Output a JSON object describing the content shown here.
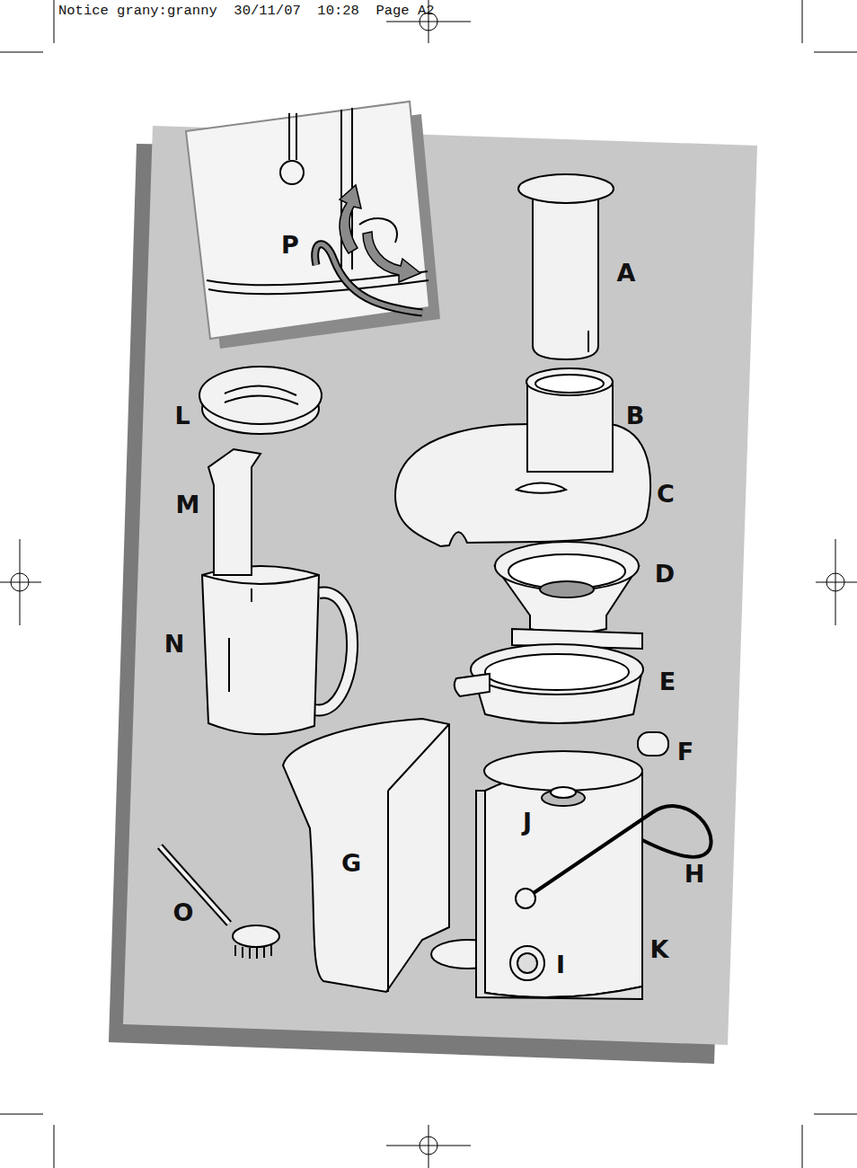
{
  "diagram": {
    "labels": [
      "Notice grany:granny  30/11/07  10:28  Page A2",
      "P",
      "A",
      "L",
      "B",
      "C",
      "M",
      "D",
      "N",
      "E",
      "F",
      "J",
      "G",
      "H",
      "O",
      "K",
      "I"
    ]
  }
}
